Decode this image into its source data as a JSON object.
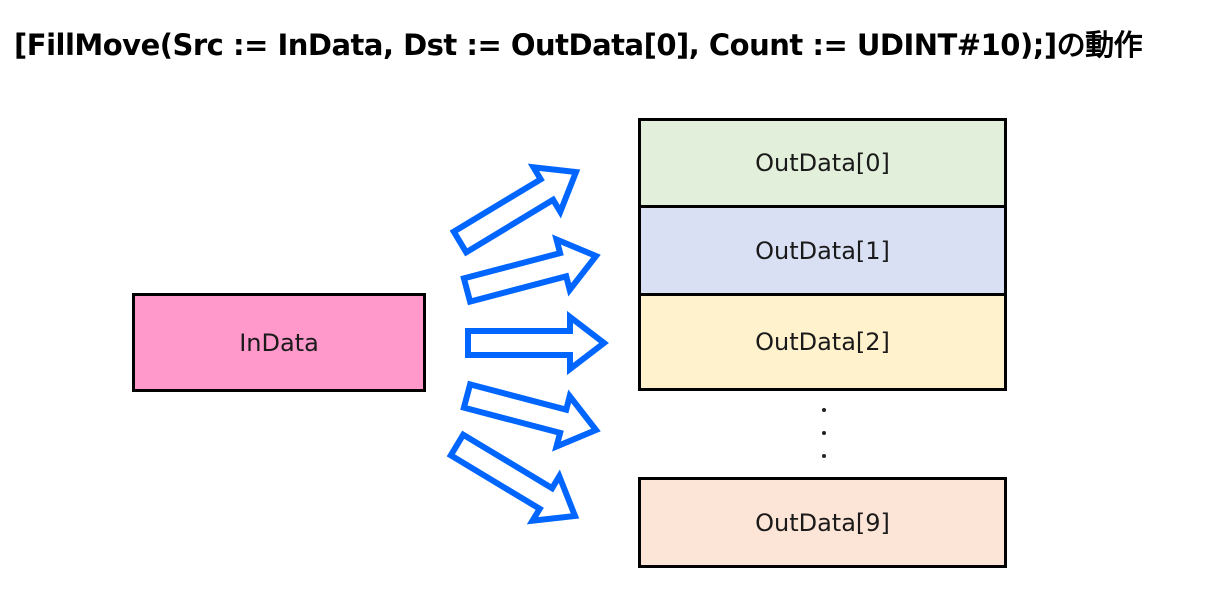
{
  "title": "[FillMove(Src := InData, Dst := OutData[0], Count := UDINT#10);]の動作",
  "source": {
    "label": "InData",
    "color": "#ff99cc"
  },
  "destinations": [
    {
      "label": "OutData[0]",
      "color": "#e2efda"
    },
    {
      "label": "OutData[1]",
      "color": "#dae0f4"
    },
    {
      "label": "OutData[2]",
      "color": "#fff2cc"
    },
    {
      "label": "OutData[9]",
      "color": "#fce4d6"
    }
  ],
  "ellipsis": "・・・",
  "arrow_color": "#0066ff"
}
